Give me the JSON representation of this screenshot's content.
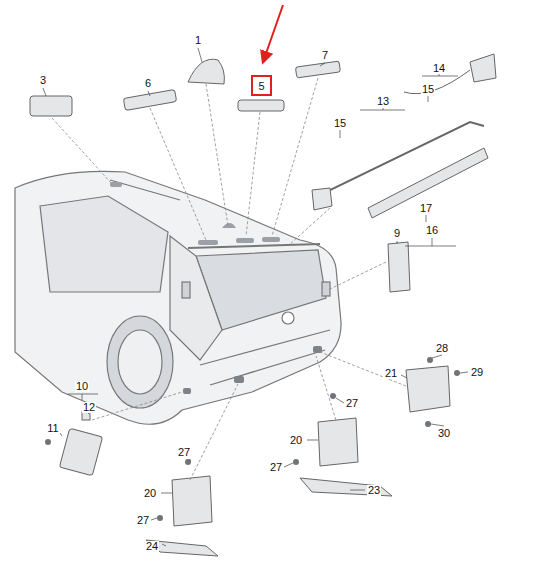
{
  "diagram": {
    "nodes": [
      {
        "text": [
          "5"
        ]
      }
    ],
    "labels": [
      "1",
      "7",
      "3",
      "6",
      "14",
      "15",
      "13",
      "15",
      "17",
      "16",
      "9",
      "28",
      "10",
      "21",
      "29",
      "12",
      "27",
      "11",
      "30",
      "20",
      "27",
      "27",
      "23",
      "20",
      "27",
      "24"
    ]
  }
}
